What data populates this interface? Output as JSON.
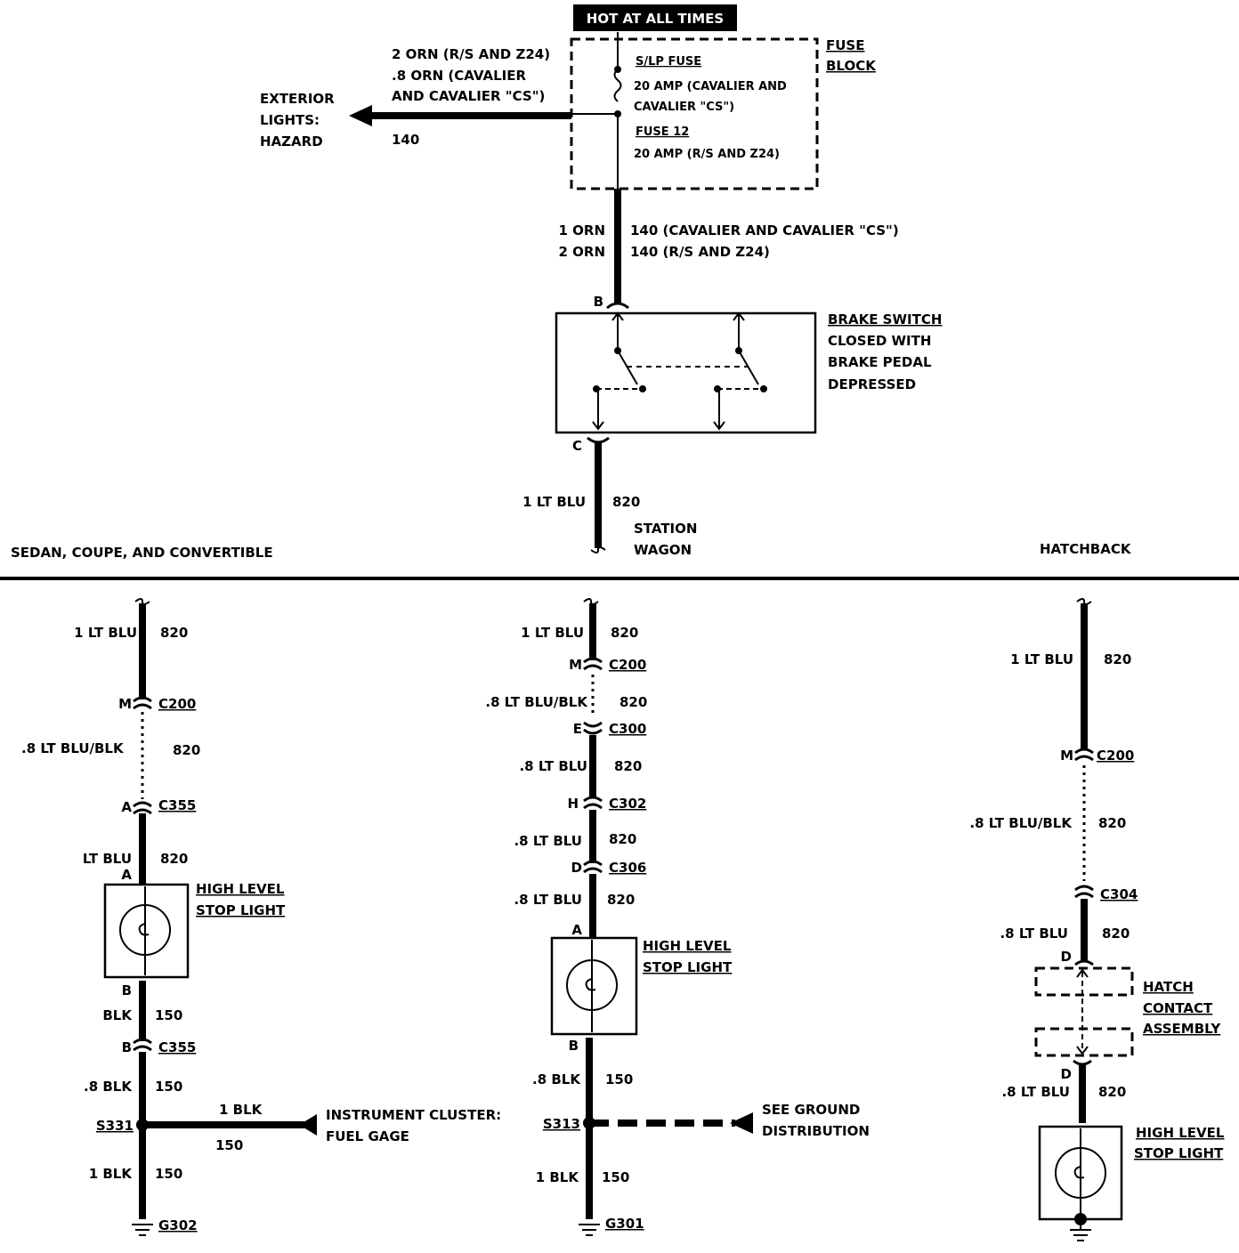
{
  "top": {
    "hot_label": "HOT AT ALL TIMES",
    "fuse_block": [
      "FUSE",
      "BLOCK"
    ],
    "slp_fuse": "S/LP FUSE",
    "slp_rating": [
      "20 AMP (CAVALIER AND",
      "CAVALIER \"CS\")"
    ],
    "fuse12": "FUSE 12",
    "fuse12_rating": "20 AMP (R/S AND Z24)",
    "hazard_wire": [
      "2 ORN (R/S AND Z24)",
      ".8 ORN (CAVALIER",
      "AND CAVALIER \"CS\")"
    ],
    "hazard_circuit": "140",
    "exterior": [
      "EXTERIOR",
      "LIGHTS:",
      "HAZARD"
    ],
    "feed_wire": [
      "1 ORN",
      "2 ORN"
    ],
    "feed_circuit": [
      "140 (CAVALIER AND CAVALIER \"CS\")",
      "140 (R/S AND Z24)"
    ],
    "pin_b": "B",
    "pin_c": "C",
    "brake_switch": "BRAKE SWITCH",
    "brake_desc": [
      "CLOSED WITH",
      "BRAKE PEDAL",
      "DEPRESSED"
    ],
    "out_wire": "1 LT BLU",
    "out_circuit": "820",
    "wagon": [
      "STATION",
      "WAGON"
    ],
    "sedan": "SEDAN, COUPE, AND CONVERTIBLE",
    "hatchback": "HATCHBACK"
  },
  "left": {
    "w1": "1 LT BLU",
    "c1": "820",
    "m": "M",
    "c200": "C200",
    "w2": ".8 LT BLU/BLK",
    "c2": "820",
    "a": "A",
    "c355": "C355",
    "w3": "LT BLU",
    "c3": "820",
    "pin_a": "A",
    "lamp": [
      "HIGH LEVEL",
      "STOP LIGHT"
    ],
    "pin_b": "B",
    "w4": "BLK",
    "c4": "150",
    "b2": "B",
    "c355b": "C355",
    "w5": ".8 BLK",
    "c5": "150",
    "splice": "S331",
    "branch_wire": "1 BLK",
    "branch_circuit": "150",
    "cluster": [
      "INSTRUMENT CLUSTER:",
      "FUEL GAGE"
    ],
    "w6": "1 BLK",
    "c6": "150",
    "ground": "G302"
  },
  "middle": {
    "w1": "1 LT BLU",
    "c1": "820",
    "m": "M",
    "c200": "C200",
    "w2": ".8 LT BLU/BLK",
    "c2": "820",
    "e": "E",
    "c300": "C300",
    "w3": ".8 LT BLU",
    "c3": "820",
    "h": "H",
    "c302": "C302",
    "w4": ".8 LT BLU",
    "c4": "820",
    "d": "D",
    "c306": "C306",
    "w5": ".8 LT BLU",
    "c5": "820",
    "pin_a": "A",
    "lamp": [
      "HIGH LEVEL",
      "STOP LIGHT"
    ],
    "pin_b": "B",
    "w6": ".8 BLK",
    "c6": "150",
    "splice": "S313",
    "ground_dist": [
      "SEE GROUND",
      "DISTRIBUTION"
    ],
    "w7": "1 BLK",
    "c7": "150",
    "ground": "G301"
  },
  "right": {
    "w1": "1 LT BLU",
    "c1": "820",
    "m": "M",
    "c200": "C200",
    "w2": ".8 LT BLU/BLK",
    "c2": "820",
    "c304": "C304",
    "w3": ".8 LT BLU",
    "c3": "820",
    "d1": "D",
    "hatch": [
      "HATCH",
      "CONTACT",
      "ASSEMBLY"
    ],
    "d2": "D",
    "w4": ".8 LT BLU",
    "c4": "820",
    "lamp": [
      "HIGH LEVEL",
      "STOP LIGHT"
    ]
  }
}
